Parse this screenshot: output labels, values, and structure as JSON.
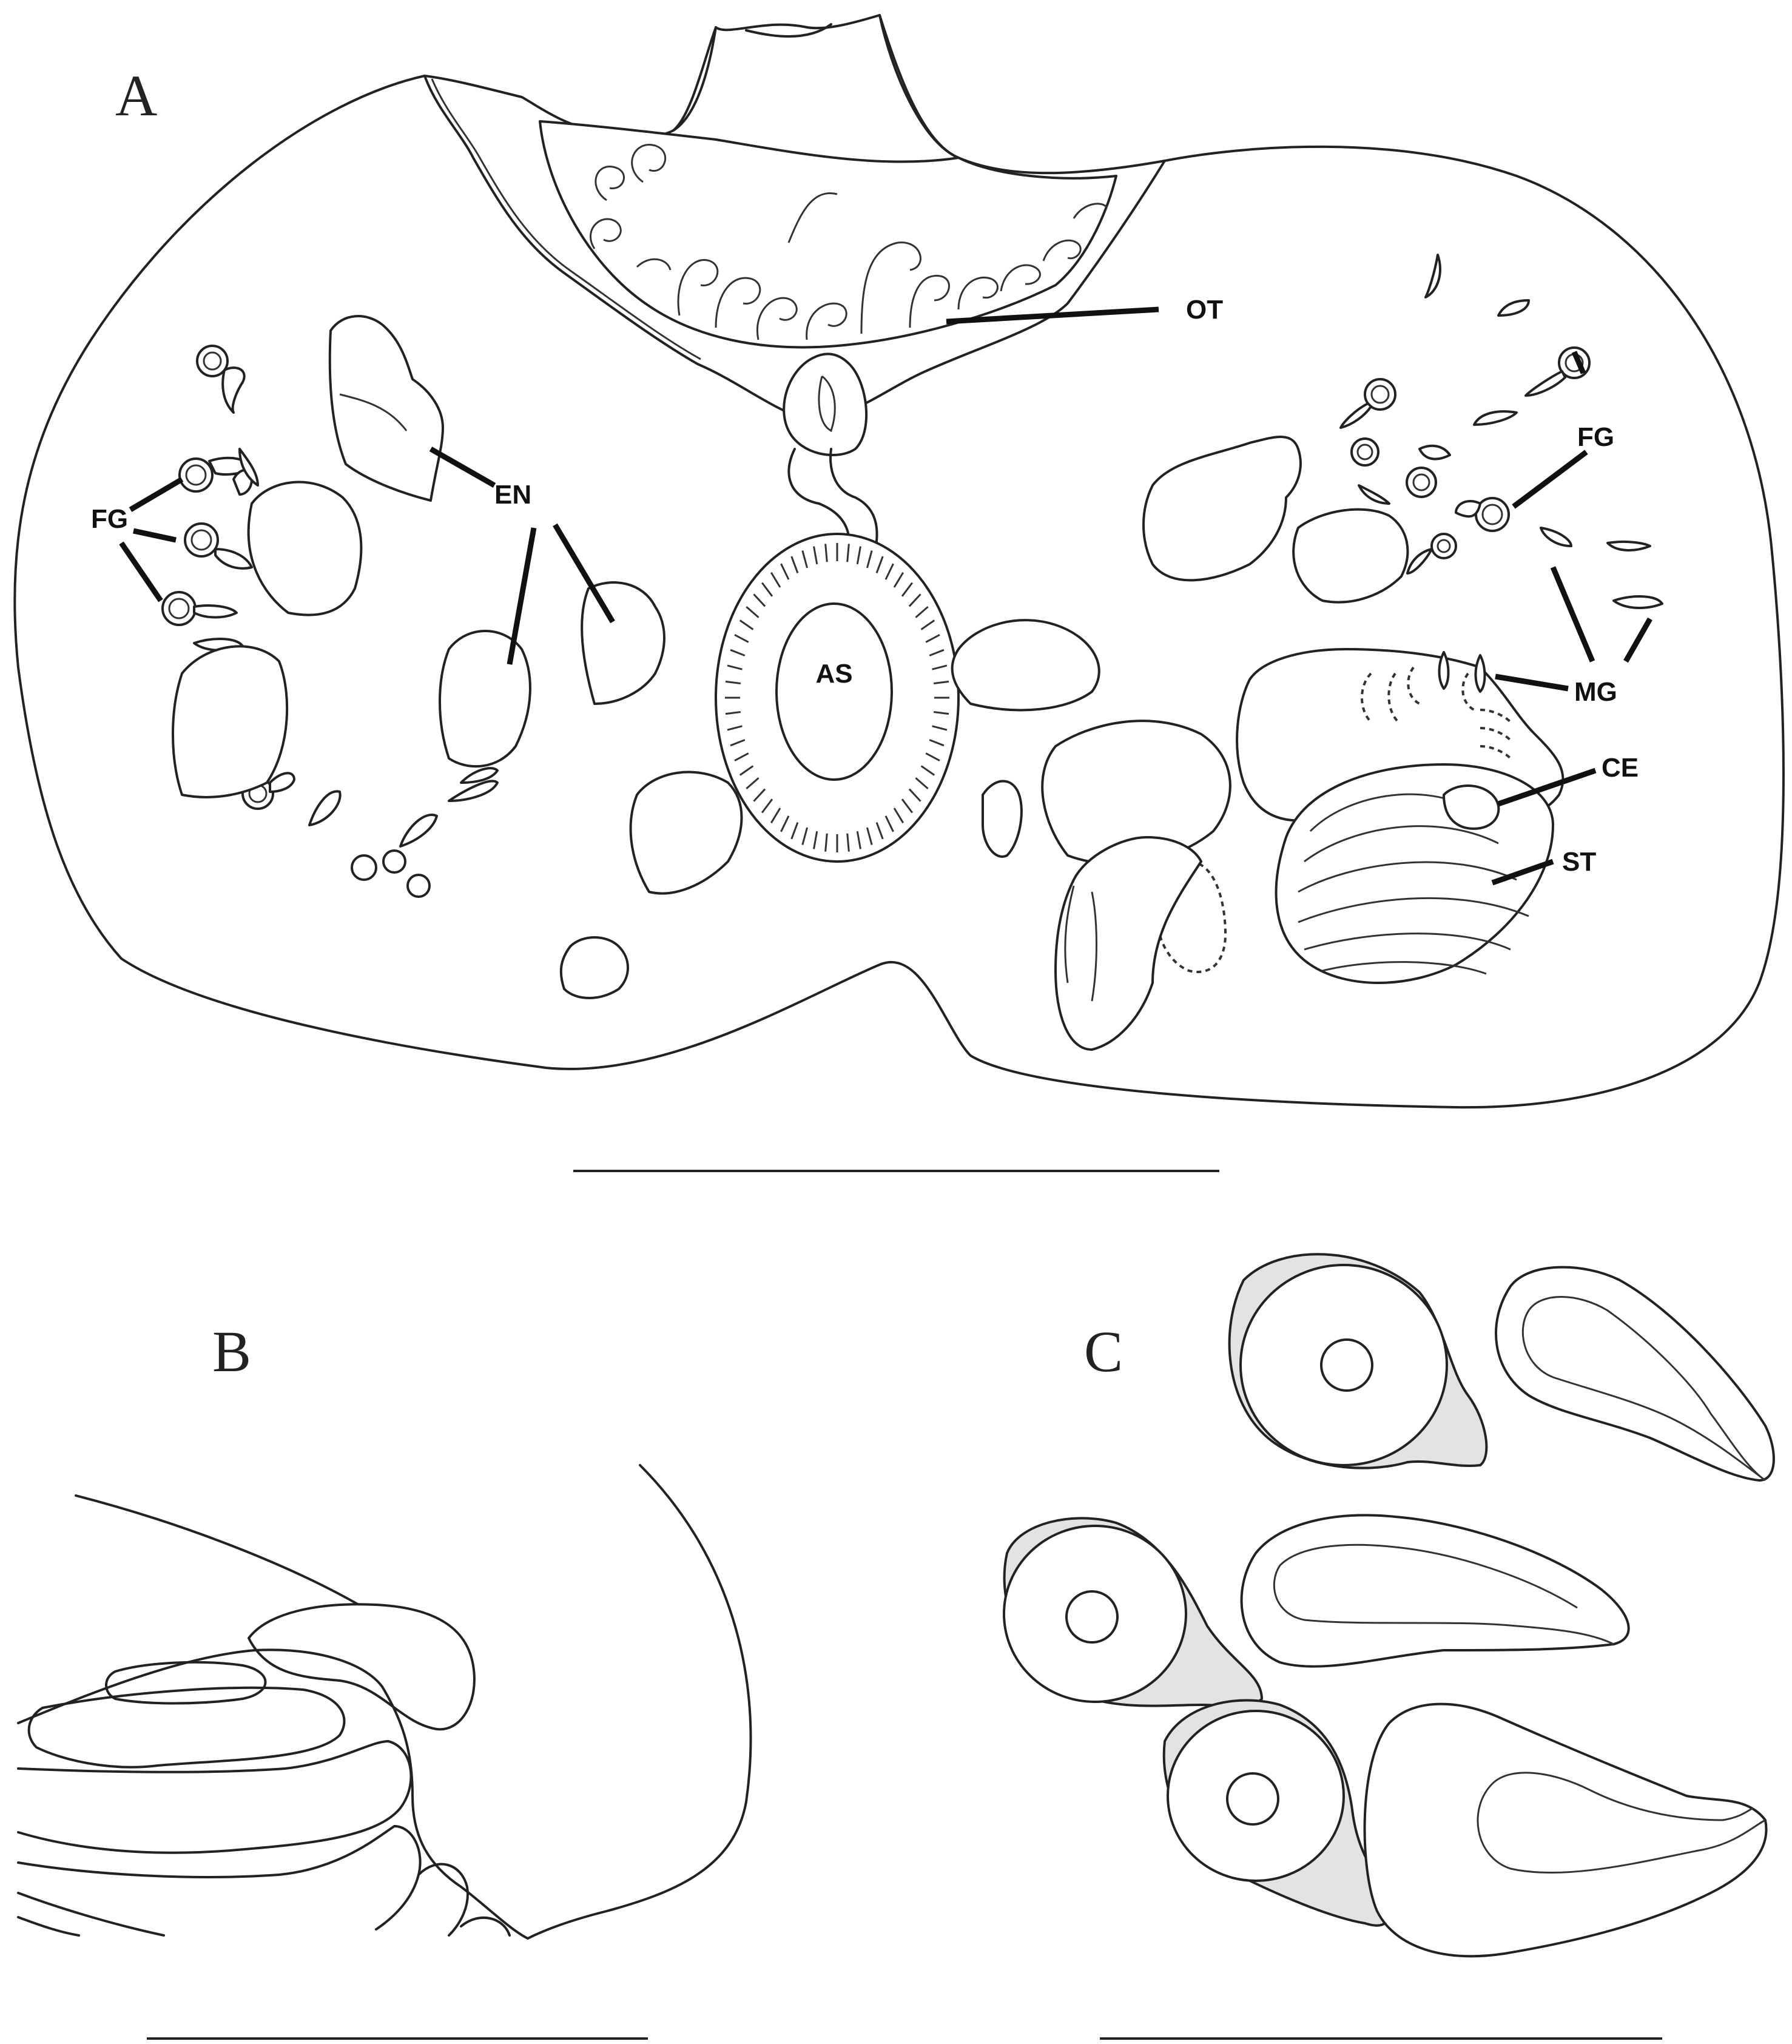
{
  "panels": {
    "a": "A",
    "b": "B",
    "c": "C"
  },
  "labels": {
    "ot": "OT",
    "fg_left": "FG",
    "fg_right": "FG",
    "en": "EN",
    "as": "AS",
    "mg": "MG",
    "ce": "CE",
    "st": "ST"
  }
}
